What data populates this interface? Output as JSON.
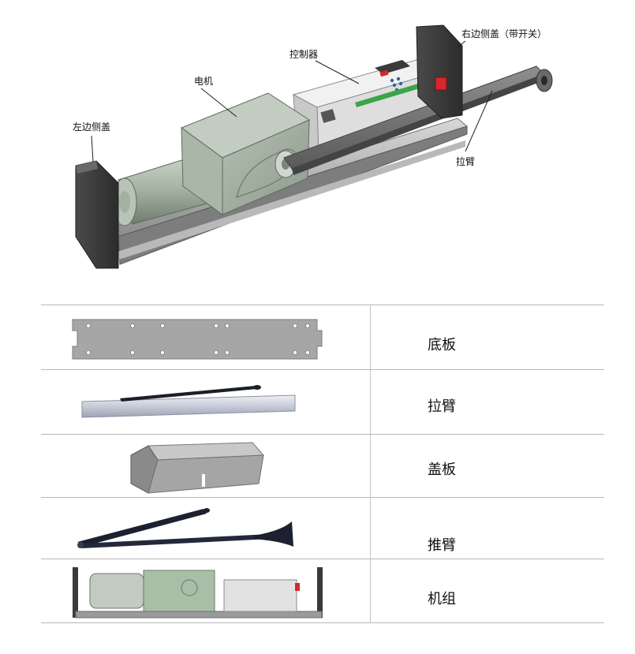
{
  "callouts": {
    "left_cover": "左边侧盖",
    "motor": "电机",
    "controller": "控制器",
    "right_cover": "右边侧盖（带开关）",
    "arm": "拉臂"
  },
  "parts": [
    {
      "label": "底板",
      "icon": "base-plate"
    },
    {
      "label": "拉臂",
      "icon": "pull-arm"
    },
    {
      "label": "盖板",
      "icon": "cover-plate"
    },
    {
      "label": "推臂",
      "icon": "push-arm"
    },
    {
      "label": "机组",
      "icon": "machine-unit"
    }
  ],
  "colors": {
    "motor_green": "#9fae9e",
    "dark_cover": "#3a3a3a",
    "rail_gray": "#9a9a9a",
    "controller_gray": "#e4e4e4",
    "terminal_green": "#3aa54a",
    "switch_red": "#d9262a"
  }
}
